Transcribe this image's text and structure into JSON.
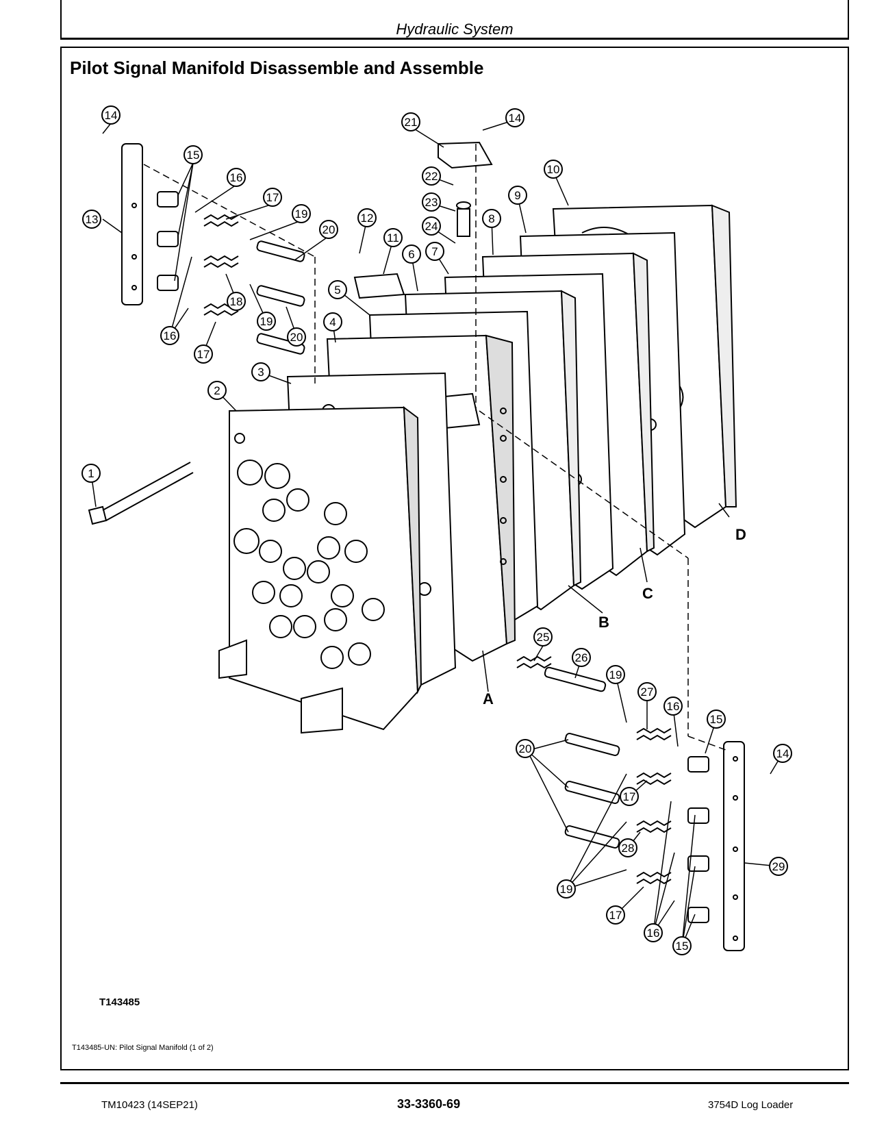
{
  "header": {
    "section_title": "Hydraulic System"
  },
  "page_title": "Pilot Signal Manifold Disassemble and Assemble",
  "figure": {
    "id_label": "T143485",
    "caption": "T143485-UN: Pilot Signal Manifold (1 of 2)",
    "callouts": [
      {
        "id": "c14a",
        "label": "14"
      },
      {
        "id": "c13",
        "label": "13"
      },
      {
        "id": "c15a",
        "label": "15"
      },
      {
        "id": "c16a",
        "label": "16"
      },
      {
        "id": "c17a",
        "label": "17"
      },
      {
        "id": "c19a",
        "label": "19"
      },
      {
        "id": "c20a",
        "label": "20"
      },
      {
        "id": "c18",
        "label": "18"
      },
      {
        "id": "c19b",
        "label": "19"
      },
      {
        "id": "c20b",
        "label": "20"
      },
      {
        "id": "c16b",
        "label": "16"
      },
      {
        "id": "c17b",
        "label": "17"
      },
      {
        "id": "c21",
        "label": "21"
      },
      {
        "id": "c14b",
        "label": "14"
      },
      {
        "id": "c22",
        "label": "22"
      },
      {
        "id": "c23",
        "label": "23"
      },
      {
        "id": "c24",
        "label": "24"
      },
      {
        "id": "c12",
        "label": "12"
      },
      {
        "id": "c11",
        "label": "11"
      },
      {
        "id": "c10",
        "label": "10"
      },
      {
        "id": "c9",
        "label": "9"
      },
      {
        "id": "c8",
        "label": "8"
      },
      {
        "id": "c7",
        "label": "7"
      },
      {
        "id": "c6",
        "label": "6"
      },
      {
        "id": "c5",
        "label": "5"
      },
      {
        "id": "c4",
        "label": "4"
      },
      {
        "id": "c3",
        "label": "3"
      },
      {
        "id": "c2",
        "label": "2"
      },
      {
        "id": "c1",
        "label": "1"
      },
      {
        "id": "c25",
        "label": "25"
      },
      {
        "id": "c26",
        "label": "26"
      },
      {
        "id": "c19c",
        "label": "19"
      },
      {
        "id": "c27",
        "label": "27"
      },
      {
        "id": "c16c",
        "label": "16"
      },
      {
        "id": "c15b",
        "label": "15"
      },
      {
        "id": "c14c",
        "label": "14"
      },
      {
        "id": "c20c",
        "label": "20"
      },
      {
        "id": "c17c",
        "label": "17"
      },
      {
        "id": "c28",
        "label": "28"
      },
      {
        "id": "c19d",
        "label": "19"
      },
      {
        "id": "c29",
        "label": "29"
      },
      {
        "id": "c17d",
        "label": "17"
      },
      {
        "id": "c16d",
        "label": "16"
      },
      {
        "id": "c15c",
        "label": "15"
      }
    ],
    "letters": [
      {
        "id": "lA",
        "label": "A"
      },
      {
        "id": "lB",
        "label": "B"
      },
      {
        "id": "lC",
        "label": "C"
      },
      {
        "id": "lD",
        "label": "D"
      }
    ]
  },
  "footer": {
    "left": "TM10423 (14SEP21)",
    "center": "33-3360-69",
    "right": "3754D Log Loader"
  }
}
